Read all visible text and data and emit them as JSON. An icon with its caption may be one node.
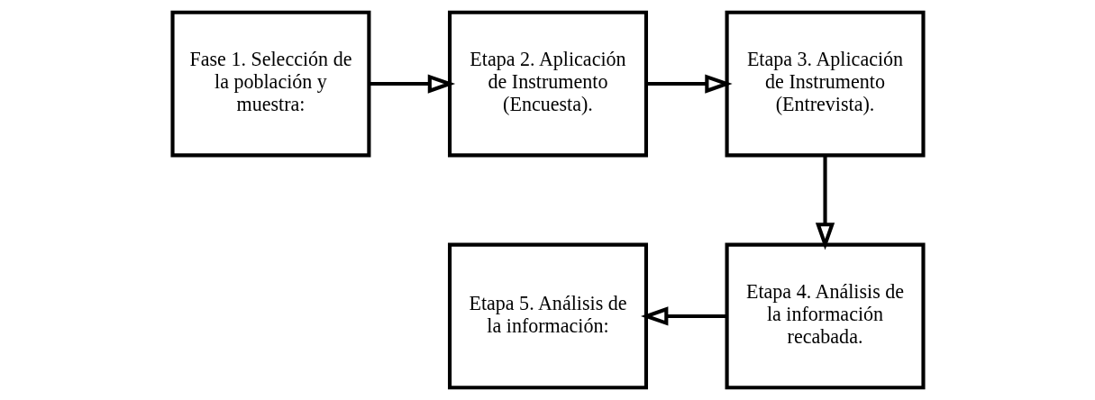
{
  "diagram": {
    "nodes": [
      {
        "text": [
          "Fase 1. Selección de la población y muestra:"
        ]
      },
      {
        "text": [
          "Etapa 2. Aplicación de Instrumento (Encuesta)."
        ]
      },
      {
        "text": [
          "Etapa 3. Aplicación de Instrumento (Entrevista)."
        ]
      },
      {
        "text": [
          "Etapa 4. Análisis de la información recabada."
        ]
      },
      {
        "text": [
          "Etapa 5. Análisis de la información:"
        ]
      }
    ],
    "edges": [
      {
        "from": 0,
        "to": 1,
        "arrow": "to"
      },
      {
        "from": 1,
        "to": 2,
        "arrow": "to"
      },
      {
        "from": 2,
        "to": 3,
        "arrow": "to"
      },
      {
        "from": 3,
        "to": 4,
        "arrow": "to"
      }
    ]
  }
}
